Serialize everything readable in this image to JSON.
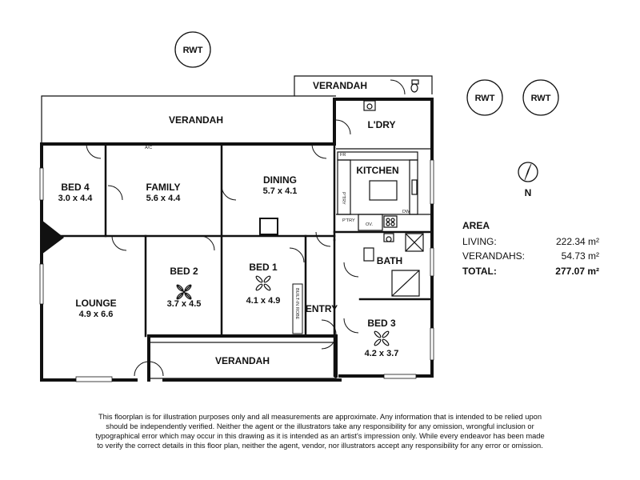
{
  "rooms": {
    "verandah_top_small": {
      "name": "VERANDAH"
    },
    "verandah_top": {
      "name": "VERANDAH"
    },
    "laundry": {
      "name": "L'DRY"
    },
    "kitchen": {
      "name": "KITCHEN"
    },
    "bed4": {
      "name": "BED 4",
      "dims": "3.0 x 4.4"
    },
    "family": {
      "name": "FAMILY",
      "dims": "5.6 x 4.4"
    },
    "dining": {
      "name": "DINING",
      "dims": "5.7 x 4.1"
    },
    "lounge": {
      "name": "LOUNGE",
      "dims": "4.9 x 6.6"
    },
    "bed2": {
      "name": "BED 2",
      "dims": "3.7 x 4.5"
    },
    "bed1": {
      "name": "BED 1",
      "dims": "4.1 x 4.9"
    },
    "bath": {
      "name": "BATH"
    },
    "entry": {
      "name": "ENTRY"
    },
    "bed3": {
      "name": "BED 3",
      "dims": "4.2 x 3.7"
    },
    "verandah_bottom": {
      "name": "VERANDAH"
    }
  },
  "fixtures": {
    "ac": "A/C",
    "fridge": "FR",
    "pantry": "P'TRY",
    "pantry2": "P'TRY",
    "oven": "OV.",
    "dishwasher": "DW",
    "robe": "BUILT-IN ROBE"
  },
  "rwt": [
    "RWT",
    "RWT",
    "RWT"
  ],
  "compass": {
    "label": "N"
  },
  "area": {
    "heading": "AREA",
    "rows": [
      {
        "label": "LIVING:",
        "value": "222.34 m²"
      },
      {
        "label": "VERANDAHS:",
        "value": "54.73 m²"
      },
      {
        "label": "TOTAL:",
        "value": "277.07 m²"
      }
    ]
  },
  "disclaimer": [
    "This floorplan is for illustration purposes only and all measurements are approximate. Any information that is intended to be relied upon",
    "should be independently verified. Neither the agent or the illustrators take any responsibility for any omission, wrongful inclusion or",
    "typographical error which may occur in this drawing as it is intended as an artist's impression only. While every endeavor has been made",
    "to verify the correct details in this floor plan, neither the agent, vendor, nor illustrators accept any responsibility for any error or omission."
  ]
}
